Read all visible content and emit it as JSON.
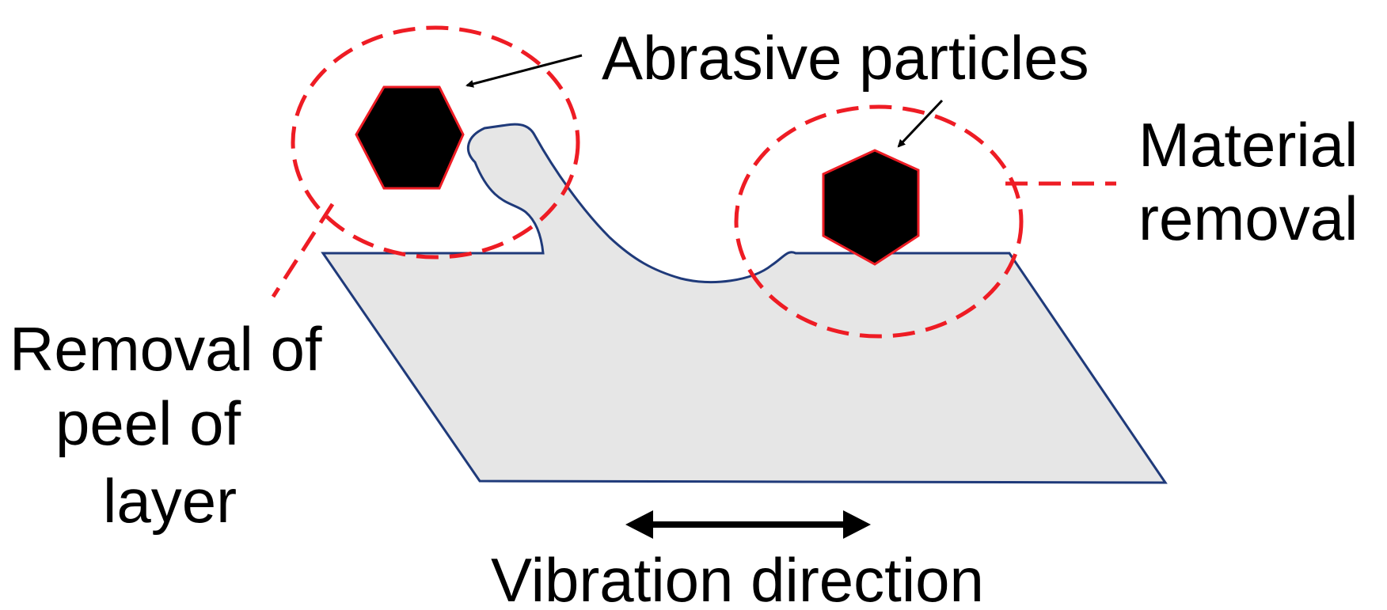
{
  "labels": {
    "abrasive_particles": "Abrasive particles",
    "material_removal_line1": "Material",
    "material_removal_line2": "removal",
    "peel_line1": "Removal of",
    "peel_line2": "peel of",
    "peel_line3": "layer",
    "vibration_direction": "Vibration direction"
  },
  "colors": {
    "workpiece_fill": "#e6e6e6",
    "workpiece_outline": "#1f3a7a",
    "dashed_highlight": "#ee1c24",
    "particle_fill": "#000000",
    "particle_outline": "#ee1c24",
    "arrow": "#000000",
    "text": "#000000"
  },
  "icons": {
    "particle": "hexagon",
    "vibration": "double-headed-arrow"
  }
}
